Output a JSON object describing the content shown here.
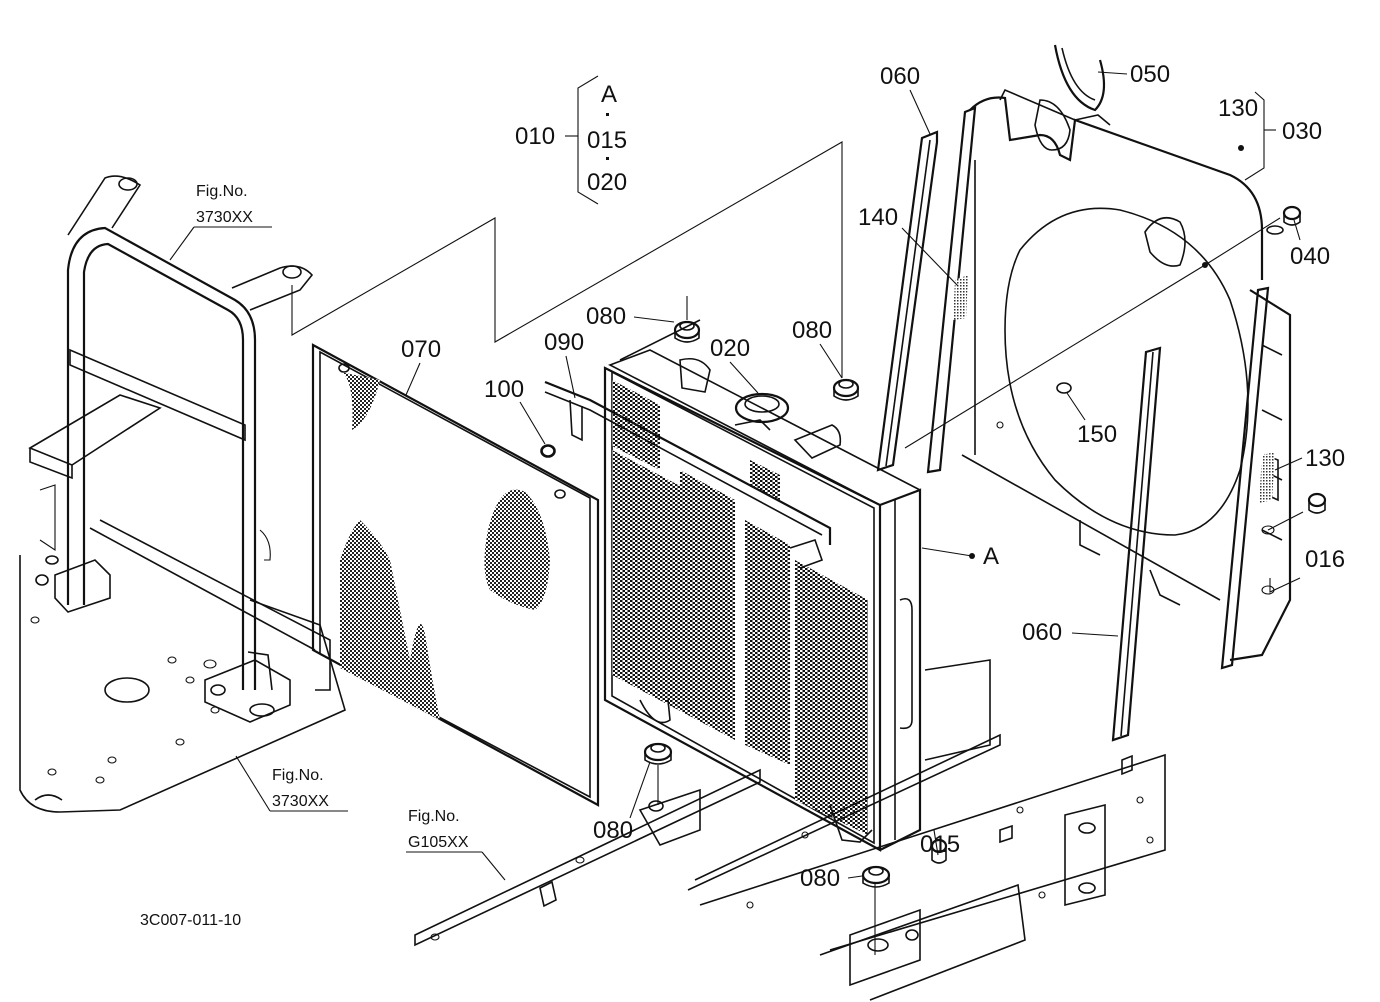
{
  "diagram": {
    "drawing_code": "3C007-011-10",
    "group_bracket": {
      "parent": "010",
      "members": [
        "A",
        "015",
        "020"
      ]
    },
    "bracket_030": {
      "parent": "030",
      "member": "130"
    },
    "callouts": [
      {
        "id": "c-060-top",
        "text": "060"
      },
      {
        "id": "c-050",
        "text": "050"
      },
      {
        "id": "c-140",
        "text": "140"
      },
      {
        "id": "c-040",
        "text": "040"
      },
      {
        "id": "c-080-a",
        "text": "080"
      },
      {
        "id": "c-080-b",
        "text": "080"
      },
      {
        "id": "c-090",
        "text": "090"
      },
      {
        "id": "c-020",
        "text": "020"
      },
      {
        "id": "c-070",
        "text": "070"
      },
      {
        "id": "c-100",
        "text": "100"
      },
      {
        "id": "c-150",
        "text": "150"
      },
      {
        "id": "c-130-side",
        "text": "130"
      },
      {
        "id": "c-016",
        "text": "016"
      },
      {
        "id": "c-A",
        "text": "A"
      },
      {
        "id": "c-060-bot",
        "text": "060"
      },
      {
        "id": "c-080-c",
        "text": "080"
      },
      {
        "id": "c-015",
        "text": "015"
      },
      {
        "id": "c-080-d",
        "text": "080"
      }
    ],
    "fig_refs": [
      {
        "id": "fig-top",
        "title": "Fig.No.",
        "number": "3730XX"
      },
      {
        "id": "fig-bottom",
        "title": "Fig.No.",
        "number": "3730XX"
      },
      {
        "id": "fig-frame",
        "title": "Fig.No.",
        "number": "G105XX"
      }
    ]
  }
}
